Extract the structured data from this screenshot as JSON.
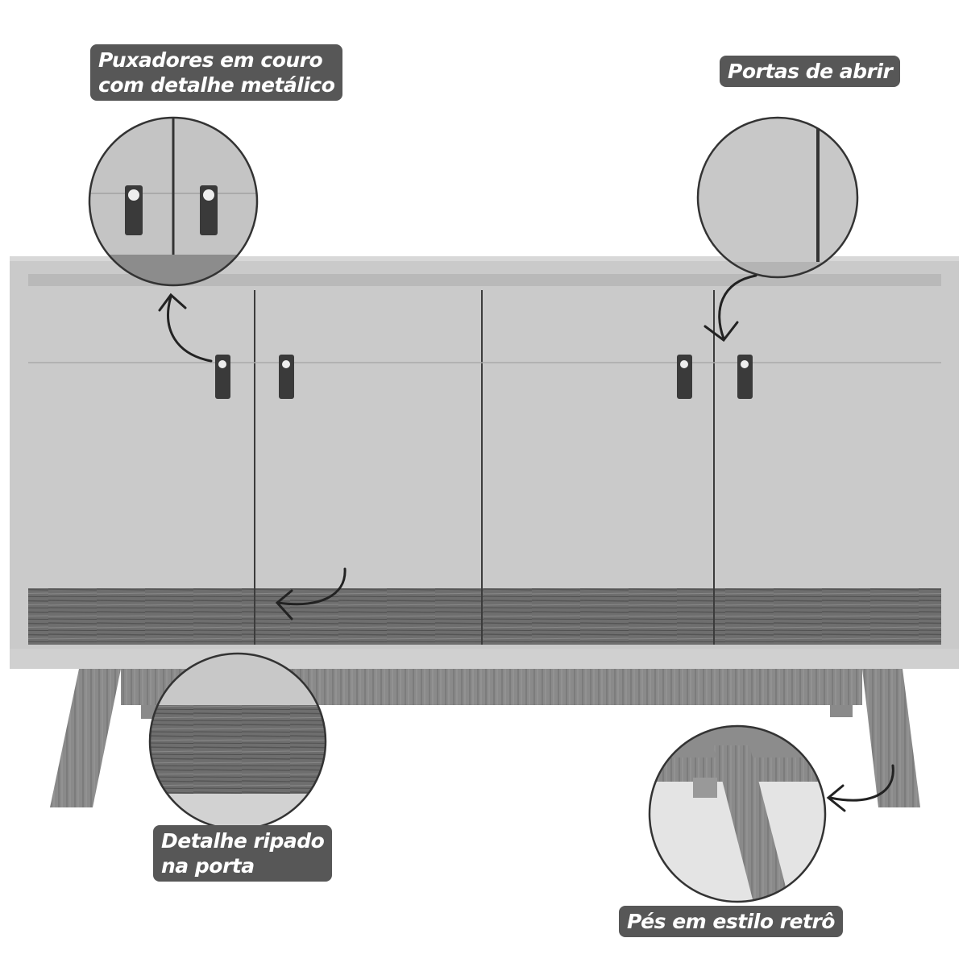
{
  "annotations": {
    "handles": {
      "line1": "Puxadores em couro",
      "line2": "com detalhe metálico"
    },
    "doors": {
      "line1": "Portas de abrir"
    },
    "slats": {
      "line1": "Detalhe ripado",
      "line2": "na porta"
    },
    "feet": {
      "line1": "Pés em estilo retrô"
    }
  },
  "colors": {
    "label_bg": "#575757",
    "body": "#c9c9c9",
    "wood": "#6b6b6b",
    "handle": "#3a3a3a"
  }
}
